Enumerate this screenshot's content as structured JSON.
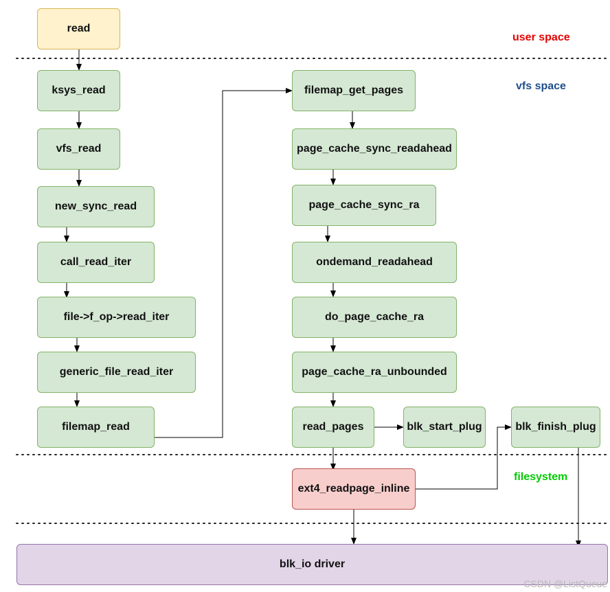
{
  "zones": {
    "user_space": {
      "label": "user space",
      "color": "#e60000"
    },
    "vfs_space": {
      "label": "vfs space",
      "color": "#1f4e8c"
    },
    "filesystem": {
      "label": "filesystem",
      "color": "#00cc00"
    }
  },
  "nodes": {
    "read": "read",
    "ksys_read": "ksys_read",
    "vfs_read": "vfs_read",
    "new_sync_read": "new_sync_read",
    "call_read_iter": "call_read_iter",
    "f_op_read_iter": "file->f_op->read_iter",
    "generic_file_read_iter": "generic_file_read_iter",
    "filemap_read": "filemap_read",
    "filemap_get_pages": "filemap_get_pages",
    "page_cache_sync_readahead": "page_cache_sync_readahead",
    "page_cache_sync_ra": "page_cache_sync_ra",
    "ondemand_readahead": "ondemand_readahead",
    "do_page_cache_ra": "do_page_cache_ra",
    "page_cache_ra_unbounded": "page_cache_ra_unbounded",
    "read_pages": "read_pages",
    "blk_start_plug": "blk_start_plug",
    "blk_finish_plug": "blk_finish_plug",
    "ext4_readpage_inline": "ext4_readpage_inline",
    "blk_io_driver": "blk_io driver"
  },
  "edges": [
    [
      "read",
      "ksys_read"
    ],
    [
      "ksys_read",
      "vfs_read"
    ],
    [
      "vfs_read",
      "new_sync_read"
    ],
    [
      "new_sync_read",
      "call_read_iter"
    ],
    [
      "call_read_iter",
      "f_op_read_iter"
    ],
    [
      "f_op_read_iter",
      "generic_file_read_iter"
    ],
    [
      "generic_file_read_iter",
      "filemap_read"
    ],
    [
      "filemap_read",
      "filemap_get_pages"
    ],
    [
      "filemap_get_pages",
      "page_cache_sync_readahead"
    ],
    [
      "page_cache_sync_readahead",
      "page_cache_sync_ra"
    ],
    [
      "page_cache_sync_ra",
      "ondemand_readahead"
    ],
    [
      "ondemand_readahead",
      "do_page_cache_ra"
    ],
    [
      "do_page_cache_ra",
      "page_cache_ra_unbounded"
    ],
    [
      "page_cache_ra_unbounded",
      "read_pages"
    ],
    [
      "read_pages",
      "blk_start_plug"
    ],
    [
      "read_pages",
      "ext4_readpage_inline"
    ],
    [
      "ext4_readpage_inline",
      "blk_finish_plug"
    ],
    [
      "ext4_readpage_inline",
      "blk_io_driver"
    ],
    [
      "blk_finish_plug",
      "blk_io_driver"
    ]
  ],
  "watermark": "CSDN @ListQueue"
}
